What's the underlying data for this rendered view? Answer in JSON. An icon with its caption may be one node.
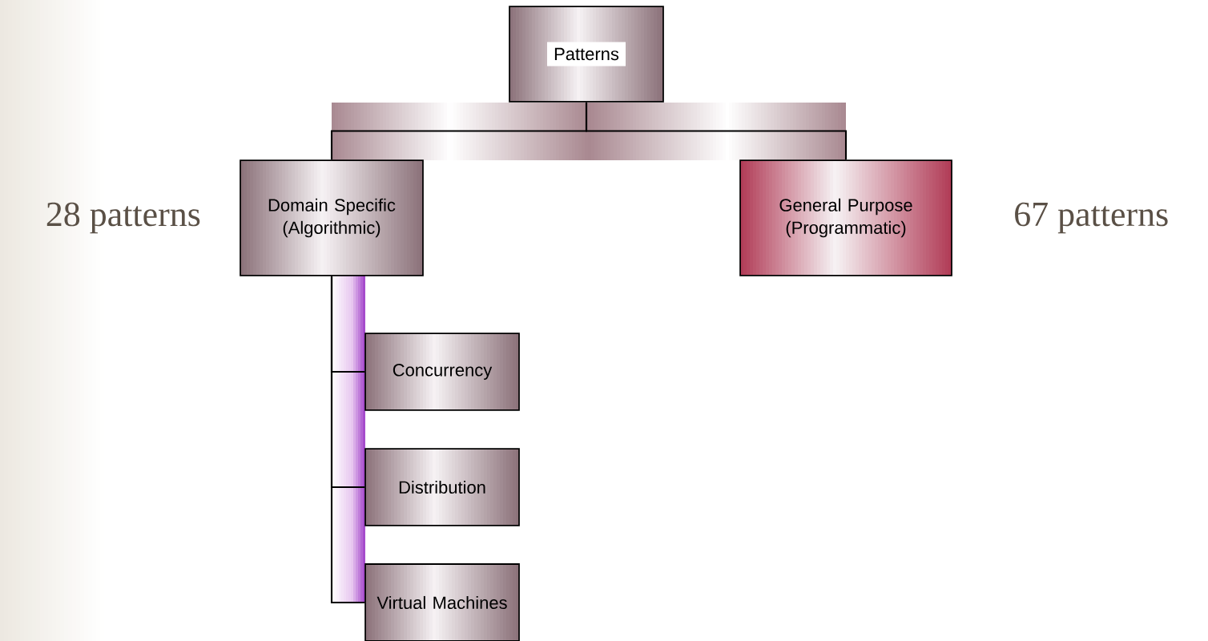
{
  "diagram": {
    "nodes": [
      {
        "text": [
          "Patterns"
        ]
      },
      {
        "text": [
          "Domain Specific (Algorithmic)"
        ],
        "beside": [
          "28 patterns"
        ]
      },
      {
        "text": [
          "General Purpose (Programmatic)"
        ],
        "beside": [
          "67 patterns"
        ]
      },
      {
        "text": [
          "Concurrency"
        ]
      },
      {
        "text": [
          "Distribution"
        ]
      },
      {
        "text": [
          "Virtual Machines"
        ]
      }
    ],
    "edges": [
      {
        "from": 0,
        "to": 1,
        "arrow": "none"
      },
      {
        "from": 0,
        "to": 2,
        "arrow": "none"
      },
      {
        "from": 1,
        "to": 3,
        "arrow": "none"
      },
      {
        "from": 1,
        "to": 4,
        "arrow": "none"
      },
      {
        "from": 1,
        "to": 5,
        "arrow": "none"
      }
    ]
  }
}
